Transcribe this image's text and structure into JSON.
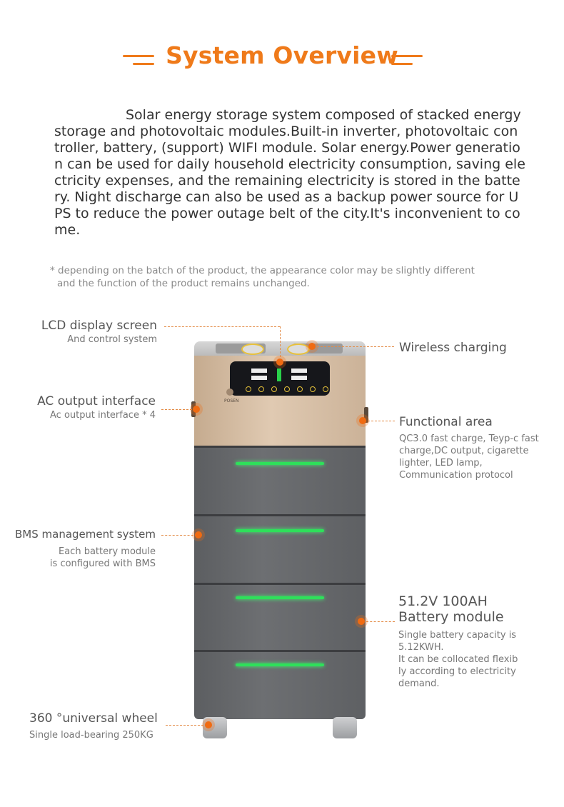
{
  "header": {
    "title": "System Overview"
  },
  "intro": "Solar energy storage system composed of stacked energy storage and photovoltaic modules.Built-in inverter, photovoltaic con troller, battery, (support) WIFI module. Solar energy.Power generatio n can be used for daily household electricity consumption, saving ele ctricity expenses, and the remaining electricity is stored in the battery. Night discharge can also be used as a backup power source for UPS to reduce the power outage belt of the city.It's inconvenient to come.",
  "note": {
    "line1": "* depending on the batch of the product, the appearance color may be slightly different",
    "line2": "and the function of the product remains unchanged."
  },
  "product": {
    "brand": "POSEN"
  },
  "labels": {
    "lcd": {
      "title": "LCD display screen",
      "sub": "And control system"
    },
    "ac": {
      "title": "AC output interface",
      "sub": "Ac output interface * 4"
    },
    "bms": {
      "title": "BMS management system",
      "sub1": "Each battery module",
      "sub2": "is configured with BMS"
    },
    "wheel": {
      "title": "360 °universal wheel",
      "sub": "Single load-bearing 250KG"
    },
    "wireless": {
      "title": "Wireless charging"
    },
    "functional": {
      "title": "Functional area",
      "sub": [
        "QC3.0 fast charge, Teyp-c fast",
        "charge,DC output, cigarette",
        "lighter, LED lamp,",
        "Communication protocol"
      ]
    },
    "battery": {
      "title1": "51.2V 100AH",
      "title2": "Battery module",
      "sub": [
        "Single battery capacity is",
        "5.12KWH.",
        "It can be collocated flexib",
        "ly according to electricity",
        "demand."
      ]
    }
  },
  "colors": {
    "accent": "#ef7a1a",
    "led": "#2ee05a"
  }
}
